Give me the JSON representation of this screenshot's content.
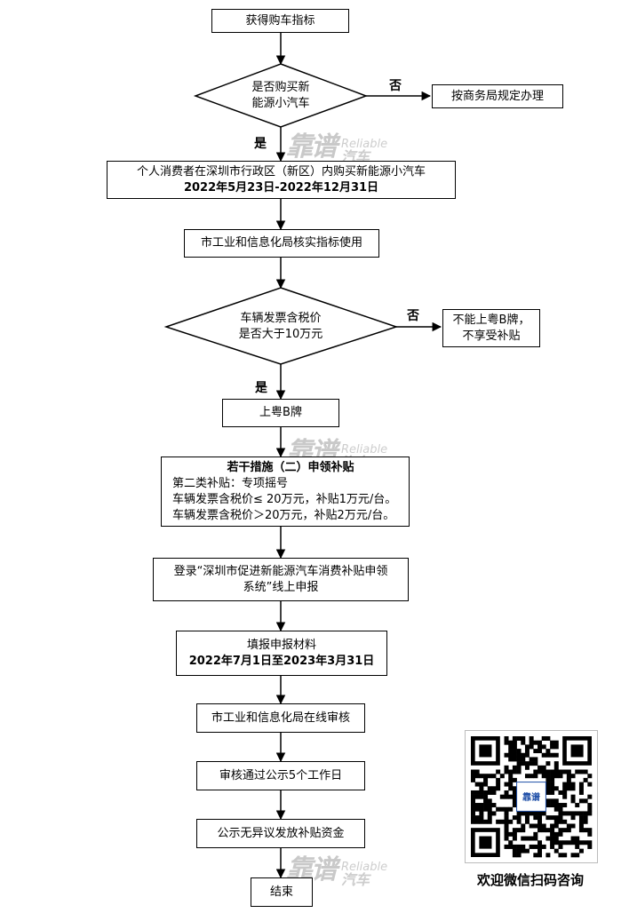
{
  "flow": {
    "step1": "获得购车指标",
    "decision1": {
      "line1": "是否购买新",
      "line2": "能源小汽车"
    },
    "no1": "否",
    "no1_box": "按商务局规定办理",
    "yes1": "是",
    "step2": {
      "line1": "个人消费者在深圳市行政区（新区）内购买新能源小汽车",
      "line2": "2022年5月23日-2022年12月31日"
    },
    "step3": "市工业和信息化局核实指标使用",
    "decision2": {
      "line1": "车辆发票含税价",
      "line2": "是否大于10万元"
    },
    "no2": "否",
    "no2_box": {
      "line1": "不能上粤B牌，",
      "line2": "不享受补贴"
    },
    "yes2": "是",
    "step4": "上粤B牌",
    "step5": {
      "title": "若干措施（二）申领补贴",
      "line1": "第二类补贴：专项摇号",
      "line2": "车辆发票含税价≤ 20万元，补贴1万元/台。",
      "line3": "车辆发票含税价＞20万元，补贴2万元/台。"
    },
    "step6": {
      "line1": "登录“深圳市促进新能源汽车消费补贴申领",
      "line2": "系统”线上申报"
    },
    "step7": {
      "line1": "填报申报材料",
      "line2": "2022年7月1日至2023年3月31日"
    },
    "step8": "市工业和信息化局在线审核",
    "step9": "审核通过公示5个工作日",
    "step10": "公示无异议发放补贴资金",
    "step11": "结束"
  },
  "watermark": {
    "cn": "靠谱",
    "en": "Reliable",
    "cn2": "汽车"
  },
  "qr": {
    "logo": "靠谱",
    "caption": "欢迎微信扫码咨询"
  }
}
